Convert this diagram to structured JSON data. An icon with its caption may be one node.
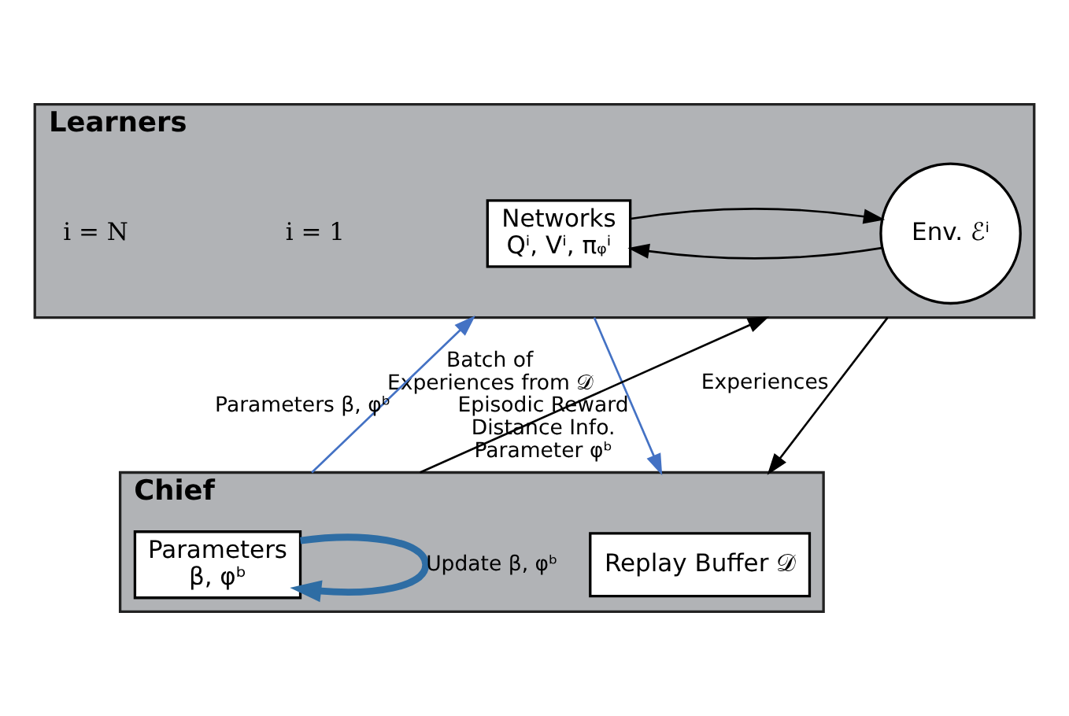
{
  "diagram": {
    "nodes": [
      {
        "text": [
          "Learners"
        ]
      },
      {
        "text": [
          "Env. ℰⁱ"
        ],
        "in": 0
      },
      {
        "text": [
          "Networks",
          "Qⁱ, Vⁱ, πᵩⁱ"
        ],
        "in": 0
      },
      {
        "text": [
          "Chief"
        ]
      },
      {
        "text": [
          "Replay Buffer 𝒟"
        ],
        "in": 3
      },
      {
        "text": [
          "Parameters",
          "β, φᵇ"
        ],
        "in": 3
      }
    ],
    "edges": [
      {
        "from": 1,
        "to": 2,
        "arrow": "to"
      },
      {
        "from": 2,
        "to": 1,
        "arrow": "to"
      },
      {
        "from": 0,
        "to": 3,
        "arrow": "to",
        "label": "Experiences"
      },
      {
        "from": 0,
        "to": 3,
        "arrow": "to",
        "label": "Episodic Reward Distance Info. Parameter φᵇ",
        "color": "#4472c4"
      },
      {
        "from": 3,
        "to": 0,
        "arrow": "to",
        "label": "Batch of Experiences from 𝒟"
      },
      {
        "from": 3,
        "to": 0,
        "arrow": "to",
        "label": "Parameters β, φᵇ",
        "color": "#4472c4"
      },
      {
        "from": 5,
        "to": 5,
        "arrow": "to",
        "label": "Update β, φᵇ",
        "color": "#2e6da4",
        "style": "thick"
      }
    ],
    "labels": [
      "i = 1",
      "i = N"
    ]
  }
}
